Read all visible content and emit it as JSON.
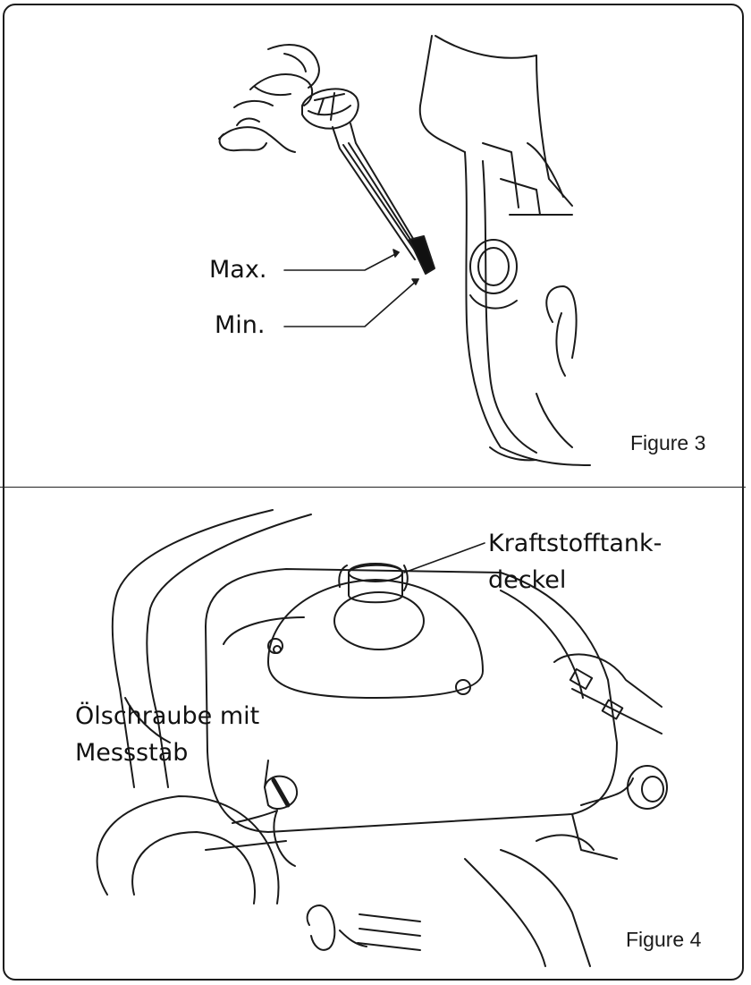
{
  "figure3": {
    "caption": "Figure 3",
    "labels": {
      "max": "Max.",
      "min": "Min."
    }
  },
  "figure4": {
    "caption": "Figure 4",
    "labels": {
      "fuel_cap_line1": "Kraftstofftank-",
      "fuel_cap_line2": "deckel",
      "oil_screw_line1": "Ölschraube mit",
      "oil_screw_line2": "Messstab"
    }
  }
}
